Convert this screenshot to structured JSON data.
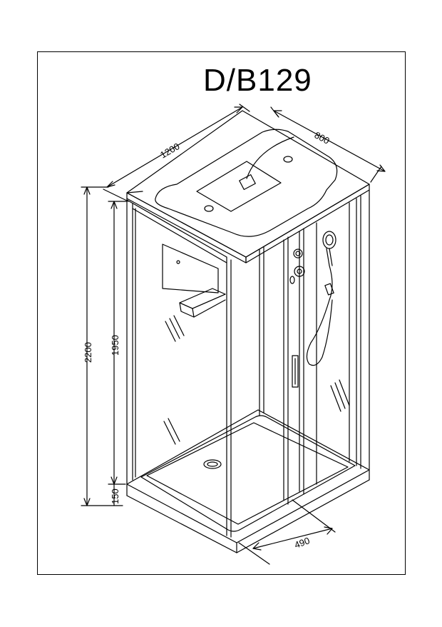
{
  "title": "D/B129",
  "dimensions": {
    "width": "1200",
    "depth": "800",
    "total_height": "2200",
    "cabin_height": "1950",
    "tray_height": "150",
    "door_width": "490"
  },
  "colors": {
    "line": "#000000",
    "background": "#ffffff"
  }
}
